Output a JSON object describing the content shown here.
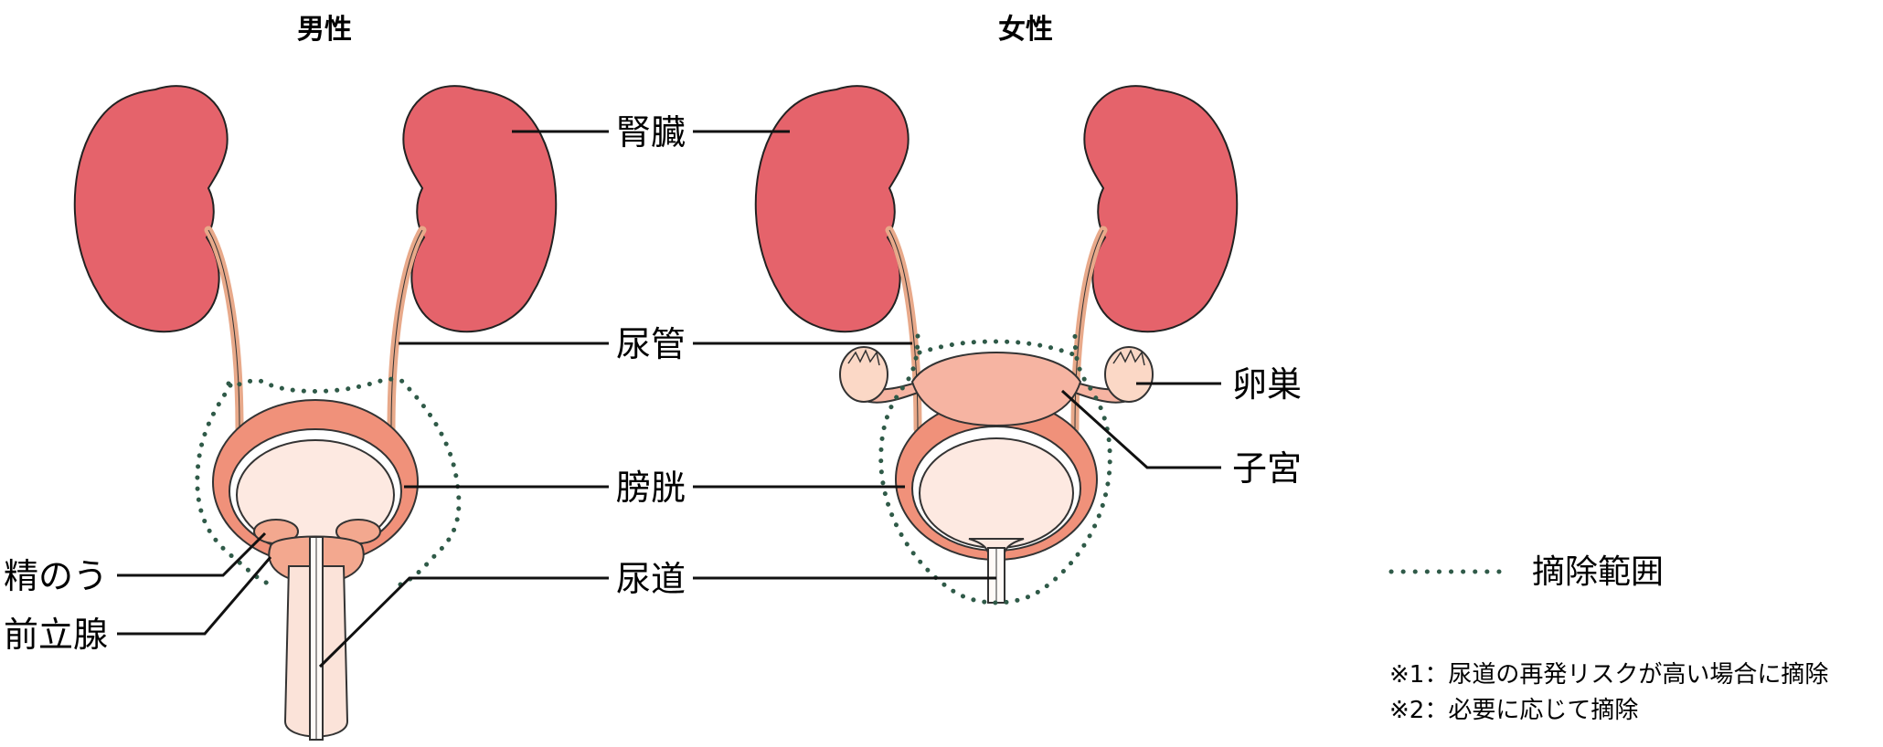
{
  "titles": {
    "male": "男性",
    "female": "女性"
  },
  "labels": {
    "kidney": "腎臓",
    "ureter": "尿管",
    "bladder": "膀胱",
    "urethra": "尿道",
    "ovary": "卵巣",
    "uterus": "子宮",
    "seminal_vesicle": "精のう",
    "prostate": "前立腺"
  },
  "legend": {
    "dots": "・・・・・・・・・",
    "text": "摘除範囲"
  },
  "notes": [
    "※1：尿道の再発リスクが高い場合に摘除",
    "※2：必要に応じて摘除"
  ],
  "colors": {
    "kidney": "#e5636b",
    "ureter": "#e8a98a",
    "bladder_wall": "#f0917a",
    "bladder_inner": "#fde9e1",
    "uterus": "#f6b4a2",
    "ovary": "#fbd8c6",
    "prostate": "#f3a88f",
    "urethra_shaft": "#fbe3d9",
    "resection_dots": "#2f5a48",
    "line": "#111111"
  }
}
